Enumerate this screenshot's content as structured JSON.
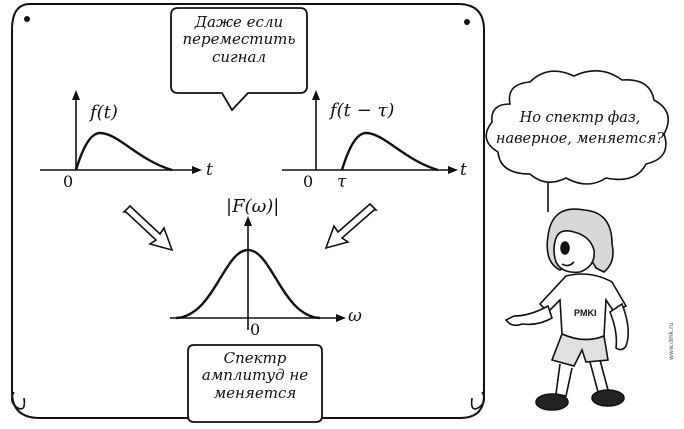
{
  "top_bubble": {
    "line1": "Даже если",
    "line2": "переместить",
    "line3": "сигнал"
  },
  "bottom_bubble": {
    "line1": "Спектр",
    "line2": "амплитуд не",
    "line3": "меняется"
  },
  "thought_bubble": {
    "line1": "Но спектр фаз,",
    "line2": "наверное, меняется?"
  },
  "graph_left": {
    "func_label": "f(t)",
    "origin": "0",
    "axis": "t"
  },
  "graph_right": {
    "func_label": "f(t − τ)",
    "origin": "0",
    "shift": "τ",
    "axis": "t"
  },
  "graph_spectrum": {
    "func_label": "|F(ω)|",
    "origin": "0",
    "axis": "ω"
  },
  "character": {
    "shirt_text": "PMKI"
  },
  "side_note": "www.dmk.ru"
}
